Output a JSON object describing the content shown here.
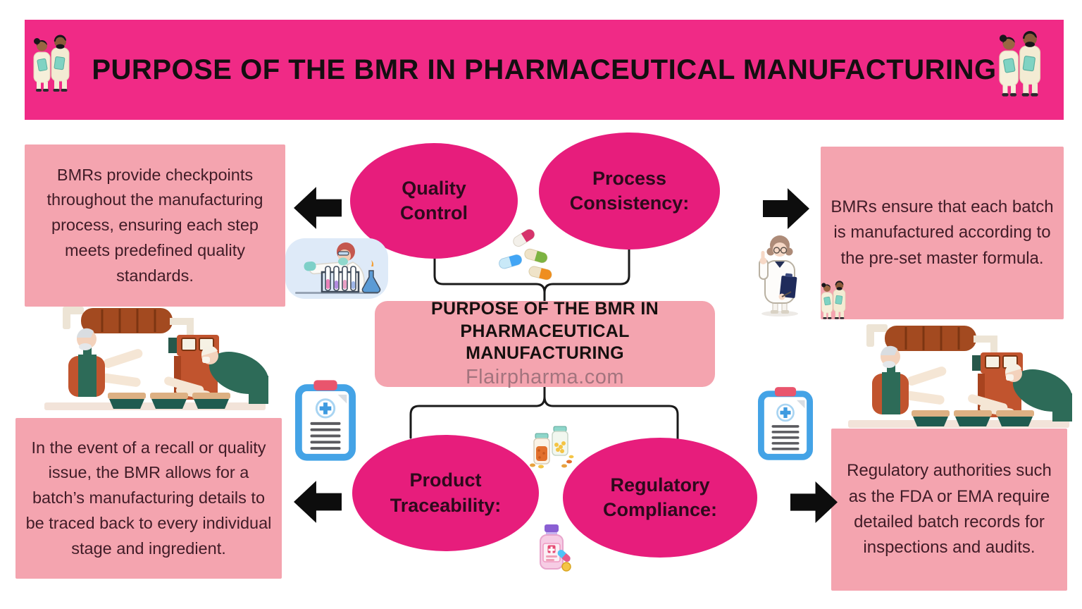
{
  "banner": {
    "title": "PURPOSE OF THE BMR IN PHARMACEUTICAL MANUFACTURING"
  },
  "center_box": {
    "title": "PURPOSE OF THE BMR IN PHARMACEUTICAL MANUFACTURING",
    "website": "Flairpharma.com"
  },
  "ovals": [
    {
      "id": "quality-control",
      "label": "Quality Control"
    },
    {
      "id": "process-consistency",
      "label": "Process Consistency:"
    },
    {
      "id": "product-traceability",
      "label": "Product Traceability:"
    },
    {
      "id": "regulatory-compliance",
      "label": "Regulatory Compliance:"
    }
  ],
  "callouts": [
    {
      "id": "quality-control-note",
      "text": "BMRs provide checkpoints throughout the manufacturing process, ensuring each step meets predefined quality standards."
    },
    {
      "id": "process-consistency-note",
      "text": "BMRs ensure that each batch is manufactured according to the pre-set master formula."
    },
    {
      "id": "product-traceability-note",
      "text": "In the event of a recall or quality issue, the BMR allows for a batch’s manufacturing details to be traced back to every individual stage and ingredient."
    },
    {
      "id": "regulatory-compliance-note",
      "text": "Regulatory authorities such as the FDA or EMA require detailed batch records for inspections and audits."
    }
  ],
  "colors": {
    "banner_pink": "#F02A86",
    "oval_pink": "#E71D7C",
    "light_pink": "#F4A4AF",
    "callout_text": "#401C27",
    "oval_text": "#2D0A1C",
    "title_black": "#16100F",
    "website_gray": "#A3747E",
    "arrow_black": "#0D0D0D",
    "clipboard_blue": "#44A3E6",
    "clip_red": "#E9556D",
    "connector_black": "#1A1A1A"
  },
  "icons": {
    "banner_left": "pharmacists-pair-illustration",
    "banner_right": "pharmacists-pair-illustration",
    "arrows": [
      "left-arrow-icon",
      "right-arrow-icon",
      "left-arrow-icon",
      "right-arrow-icon"
    ],
    "lab": "lab-scientist-illustration",
    "factory_left": "production-workers-illustration",
    "factory_right": "production-workers-illustration",
    "clipboard_left": "medical-clipboard-icon",
    "clipboard_right": "medical-clipboard-icon",
    "doctor": "doctor-pointing-illustration",
    "small_pair": "pharmacists-pair-illustration",
    "capsules": "capsule-pills-illustration",
    "jars": "pill-bottles-illustration",
    "pink_bottle": "medicine-bottle-illustration"
  }
}
